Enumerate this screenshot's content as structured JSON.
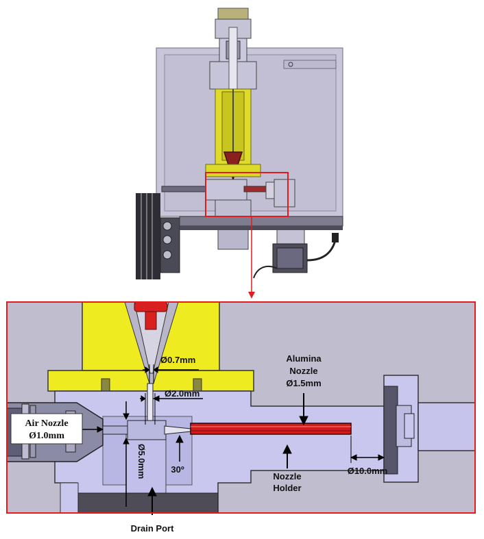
{
  "labels": {
    "air_nozzle": "Air Nozzle",
    "air_nozzle_dia": "Ø1.0mm",
    "alumina_line1": "Alumina",
    "alumina_line2": "Nozzle",
    "alumina_dia": "Ø1.5mm",
    "dim_07": "Ø0.7mm",
    "dim_20": "Ø2.0mm",
    "dim_50": "Ø5.0mm",
    "angle": "30º",
    "holder_line1": "Nozzle",
    "holder_line2": "Holder",
    "dim_100": "Ø10.0mm",
    "drain_port": "Drain Port"
  },
  "colors": {
    "highlight_red": "#e31b1b",
    "nozzle_red": "#d21c1c",
    "cad_yellow": "#e9e61a",
    "cad_lavender": "#c6c4ec",
    "cad_grey": "#c0bdd0"
  }
}
